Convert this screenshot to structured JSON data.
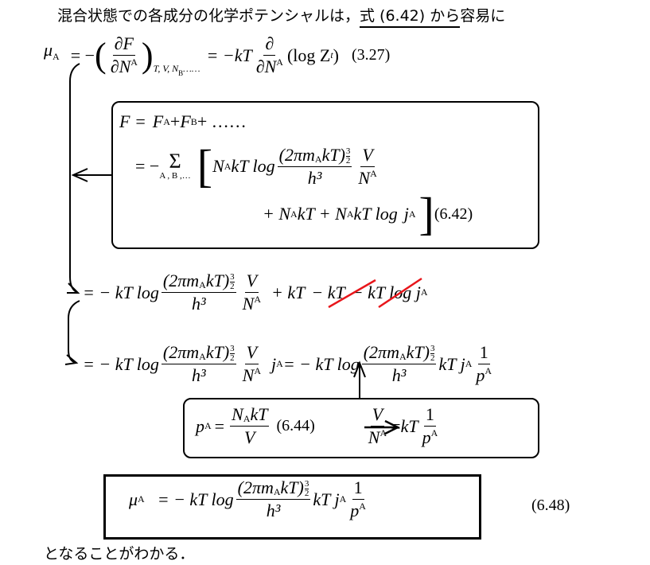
{
  "intro": {
    "before": "混合状態での各成分の化学ポテンシャルは，",
    "underlined": "式 (6.42) から",
    "after": "容易に"
  },
  "sym": {
    "mu": "μ",
    "A": "A",
    "B": "B",
    "N": "N",
    "kT": "kT",
    "h3": "h³",
    "thermal_a": "(2πm",
    "thermal_b": "kT)",
    "three": "3",
    "two": "2",
    "V": "V",
    "j": "j",
    "p": "p",
    "one": "1",
    "plus": "+",
    "eq": "=",
    "minus": "−"
  },
  "eq327": {
    "eq_minus": "= −",
    "dF": "∂F",
    "dN": "∂N",
    "sub_vars": "T, V, N",
    "dots": "……",
    "eq_minus_kT": "= −kT",
    "d": "∂",
    "logZ": "(log Z",
    "t": "t",
    "close": ")",
    "label": "(3.27)"
  },
  "eq642": {
    "F_eq": "F =",
    "F": "F",
    "plus": "+",
    "plus_dots": "+ ……",
    "eq_minus": "= −",
    "sum_range": "A , B ,…",
    "kT_log": "kT log",
    "plus_N": "+ N",
    "kT_plus": "kT + N",
    "label": "(6.42)"
  },
  "eq_step1": {
    "lead": "= − kT log",
    "plus_kT": "+ kT",
    "minus_kT": "− kT",
    "tail": "− kT log j"
  },
  "eq_step2": {
    "lead": "= − kT log",
    "mid": "= − kT log",
    "kTj": "kT j"
  },
  "eq644": {
    "p_eq": "=",
    "label": "(6.44)",
    "eq": "=",
    "kT": "kT"
  },
  "eq648": {
    "eq": "= − kT log",
    "kTj": "kT j",
    "label": "(6.48)"
  },
  "outro": {
    "text": "となることがわかる．"
  },
  "colors": {
    "strike": "#e8161b"
  }
}
